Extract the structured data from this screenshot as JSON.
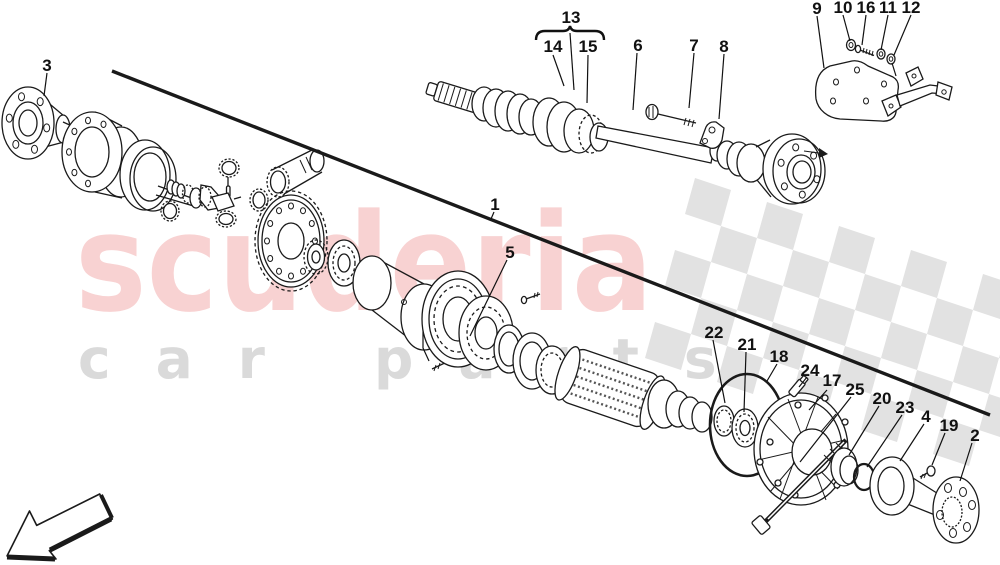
{
  "watermark": {
    "brand": "scuderia",
    "subtitle": "car parts"
  },
  "colors": {
    "brand_watermark": "#f8d2d2",
    "subtitle_watermark": "#dadada",
    "checker": "#e2e2e2",
    "ink": "#1a1a1a"
  },
  "icons": {
    "direction_arrow": "hollow-arrow-down-left",
    "assembly_arrow": "small-solid-arrow-right",
    "callout_brace": "horizontal-brace"
  },
  "callouts": {
    "c1": "1",
    "c2": "2",
    "c3": "3",
    "c4": "4",
    "c5": "5",
    "c6": "6",
    "c7": "7",
    "c8": "8",
    "c9": "9",
    "c10": "10",
    "c11": "11",
    "c12": "12",
    "c13": "13",
    "c14": "14",
    "c15": "15",
    "c16": "16",
    "c17": "17",
    "c18": "18",
    "c19": "19",
    "c20": "20",
    "c21": "21",
    "c22": "22",
    "c23": "23",
    "c24": "24",
    "c25": "25"
  }
}
